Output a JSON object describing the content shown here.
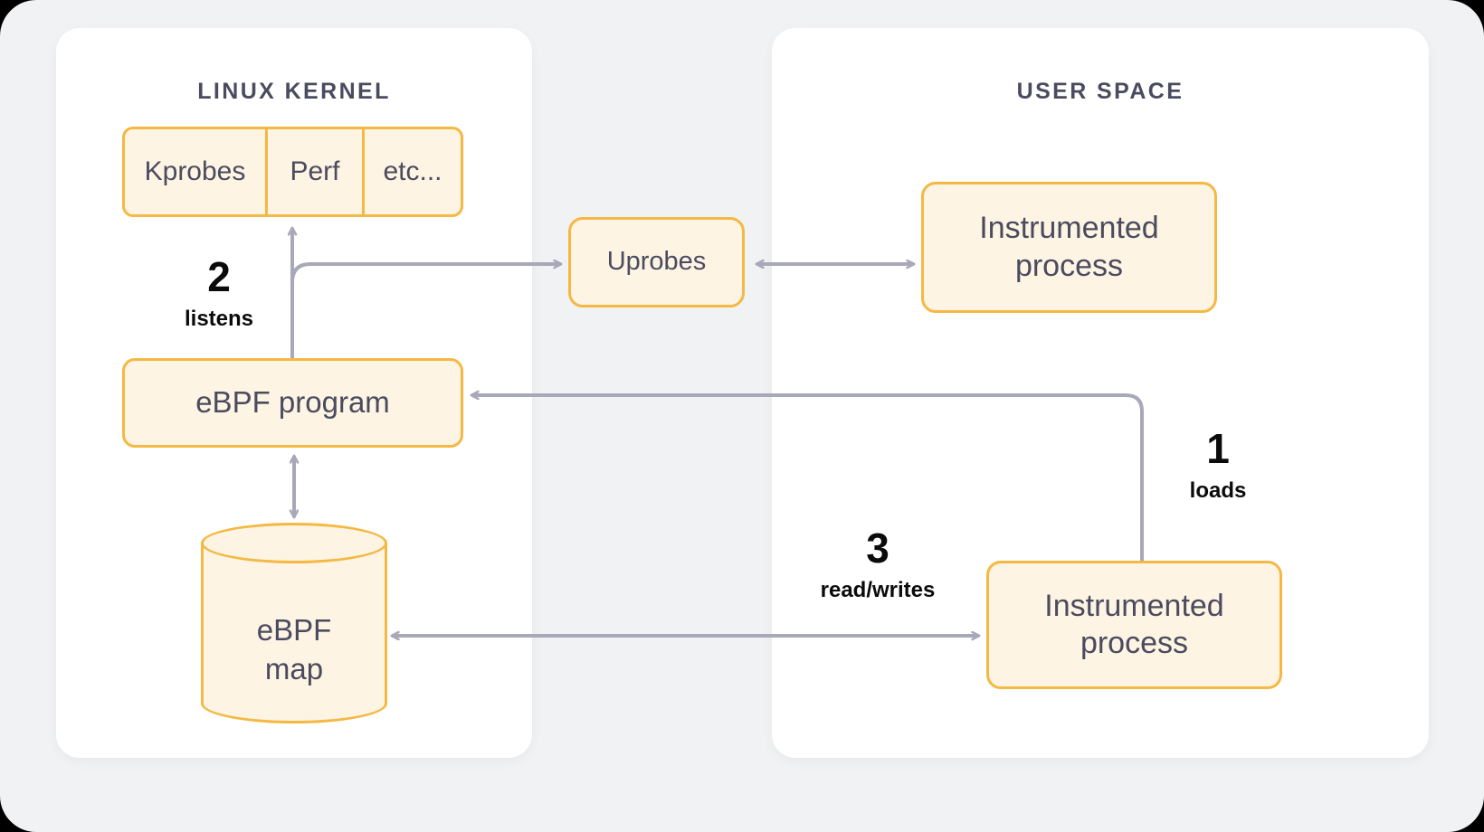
{
  "diagram": {
    "title_kernel": "LINUX KERNEL",
    "title_user": "USER SPACE",
    "panels": [
      {
        "id": "kernel",
        "label": "LINUX KERNEL"
      },
      {
        "id": "user",
        "label": "USER SPACE"
      }
    ],
    "nodes": {
      "probes": {
        "cells": [
          {
            "label": "Kprobes"
          },
          {
            "label": "Perf"
          },
          {
            "label": "etc..."
          }
        ]
      },
      "ebpf_program": {
        "label": "eBPF program"
      },
      "ebpf_map": {
        "label": "eBPF\nmap",
        "line1": "eBPF",
        "line2": "map"
      },
      "uprobes": {
        "label": "Uprobes"
      },
      "process_top": {
        "line1": "Instrumented",
        "line2": "process"
      },
      "process_bottom": {
        "line1": "Instrumented",
        "line2": "process"
      }
    },
    "steps": [
      {
        "number": "1",
        "caption": "loads"
      },
      {
        "number": "2",
        "caption": "listens"
      },
      {
        "number": "3",
        "caption": "read/writes"
      }
    ],
    "colors": {
      "node_fill": "#FDF4E3",
      "node_border": "#F5B843",
      "node_text": "#4B4B5F",
      "panel_bg": "#FFFFFF",
      "canvas_bg": "#F1F2F4",
      "page_bg": "#000000",
      "arrow": "#A8A8B8",
      "step_text": "#0B0B0B"
    }
  }
}
